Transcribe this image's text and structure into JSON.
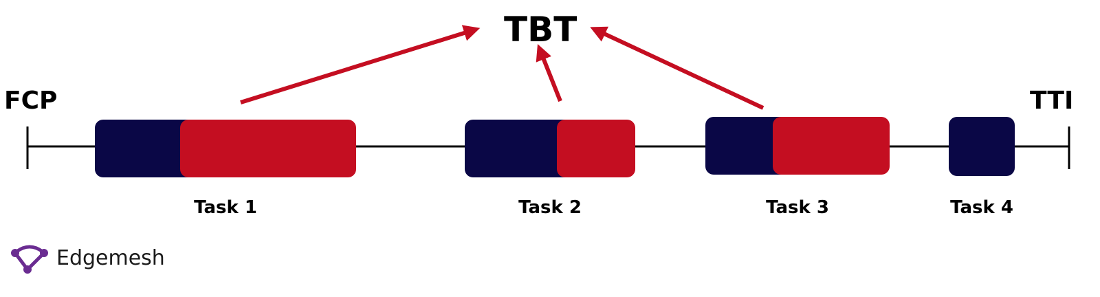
{
  "title": "TBT",
  "start_marker": "FCP",
  "end_marker": "TTI",
  "tasks": [
    {
      "label": "Task 1"
    },
    {
      "label": "Task 2"
    },
    {
      "label": "Task 3"
    },
    {
      "label": "Task 4"
    }
  ],
  "colors": {
    "main_thread": "#0a0746",
    "blocking": "#c40e21",
    "arrow": "#c40e21",
    "timeline": "#000000",
    "logo": "#6a2c91"
  },
  "logo": {
    "text": "Edgemesh",
    "icon": "edgemesh-logo-icon"
  }
}
